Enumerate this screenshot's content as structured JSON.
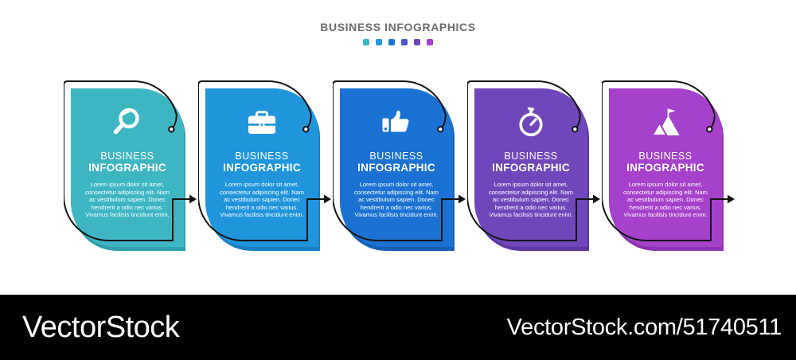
{
  "header": {
    "title": "BUSINESS INFOGRAPHICS",
    "title_color": "#6b6d70",
    "dot_colors": [
      "#38B8C5",
      "#2598E2",
      "#1D74D8",
      "#4A54CE",
      "#6F45C2",
      "#A63FD2"
    ]
  },
  "cards": [
    {
      "icon": "magnifier-icon",
      "title_line1": "BUSINESS",
      "title_line2": "INFOGRAPHIC",
      "body": "Lorem ipsum dolor sit amet, consectetur adipiscing elit. Nam ac vestibulum sapien. Donec hendrerit a odio nec varius. Vivamus facilisis tincidunt enim.",
      "color": "#3EB6C2",
      "shade": "#2FA0AD"
    },
    {
      "icon": "briefcase-icon",
      "title_line1": "BUSINESS",
      "title_line2": "INFOGRAPHIC",
      "body": "Lorem ipsum dolor sit amet, consectetur adipiscing elit. Nam ac vestibulum sapien. Donec hendrerit a odio nec varius. Vivamus facilisis tincidunt enim.",
      "color": "#2095DC",
      "shade": "#1980C4"
    },
    {
      "icon": "thumbs-up-icon",
      "title_line1": "BUSINESS",
      "title_line2": "INFOGRAPHIC",
      "body": "Lorem ipsum dolor sit amet, consectetur adipiscing elit. Nam ac vestibulum sapien. Donec hendrerit a odio nec varius. Vivamus facilisis tincidunt enim.",
      "color": "#1B72D2",
      "shade": "#155FB6"
    },
    {
      "icon": "stopwatch-icon",
      "title_line1": "BUSINESS",
      "title_line2": "INFOGRAPHIC",
      "body": "Lorem ipsum dolor sit amet, consectetur adipiscing elit. Nam ac vestibulum sapien. Donec hendrerit a odio nec varius. Vivamus facilisis tincidunt enim.",
      "color": "#7047BB",
      "shade": "#5C38A3"
    },
    {
      "icon": "mountain-flag-icon",
      "title_line1": "BUSINESS",
      "title_line2": "INFOGRAPHIC",
      "body": "Lorem ipsum dolor sit amet, consectetur adipiscing elit. Nam ac vestibulum sapien. Donec hendrerit a odio nec varius. Vivamus facilisis tincidunt enim.",
      "color": "#A541CB",
      "shade": "#8C33B1"
    }
  ],
  "watermark": {
    "logo": "VectorStock",
    "url_text": "VectorStock.com/51740511",
    "bar_color": "#000000"
  }
}
